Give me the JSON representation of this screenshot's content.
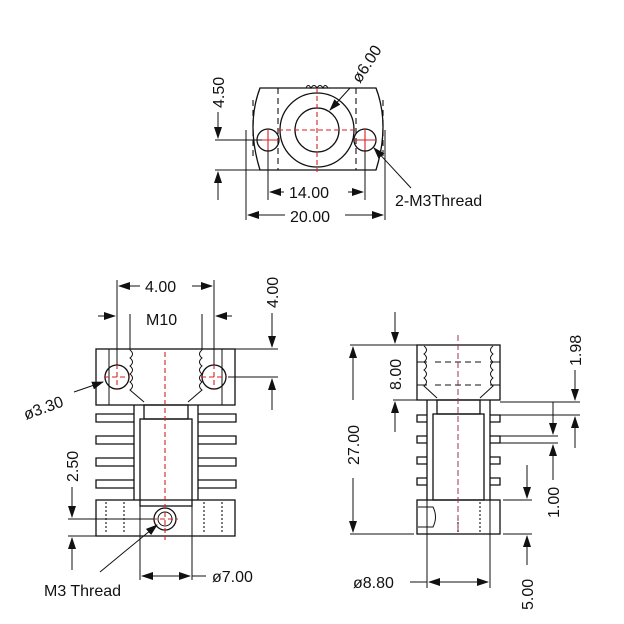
{
  "drawing": {
    "colors": {
      "line": "#111111",
      "centerline": "#d42020",
      "background": "#ffffff"
    },
    "top_view": {
      "dim_height": "4.50",
      "dim_bore": "ø6.00",
      "dim_hole_spacing": "14.00",
      "dim_width": "20.00",
      "callout": "2-M3Thread"
    },
    "front_view": {
      "dim_hole_spacing": "4.00",
      "dim_top_offset": "4.00",
      "thread_label": "M10",
      "dim_side_hole": "ø3.30",
      "dim_base_offset": "2.50",
      "dim_bore": "ø7.00",
      "callout": "M3 Thread"
    },
    "side_view": {
      "dim_total_height": "27.00",
      "dim_thread_depth": "8.00",
      "dim_fin_gap": "1.98",
      "dim_fin_thickness": "1.00",
      "dim_base_height": "5.00",
      "dim_bore": "ø8.80"
    }
  }
}
